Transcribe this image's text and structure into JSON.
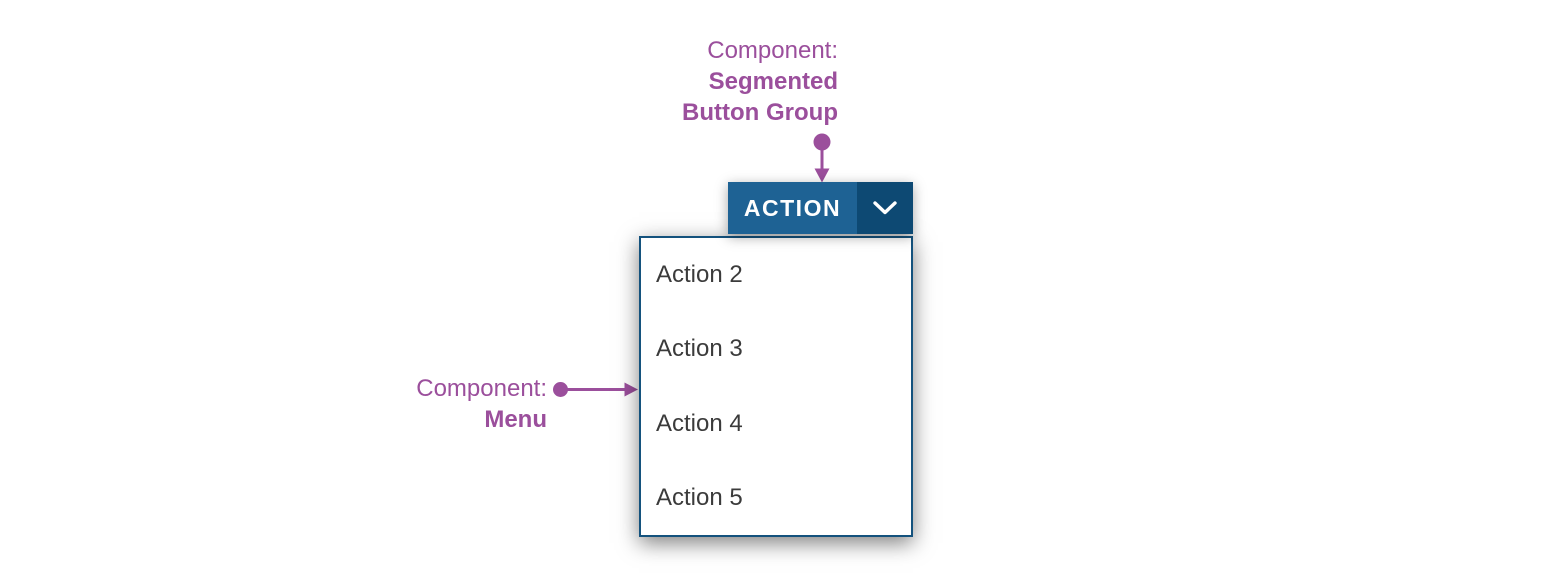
{
  "annotations": {
    "segmented_button_group": {
      "label_prefix": "Component:",
      "label_line2": "Segmented",
      "label_line3": "Button Group"
    },
    "menu": {
      "label_prefix": "Component:",
      "label_name": "Menu"
    }
  },
  "segmented_button_group": {
    "action_label": "ACTION",
    "dropdown_icon": "chevron-down-icon"
  },
  "menu": {
    "items": [
      {
        "label": "Action 2"
      },
      {
        "label": "Action 3"
      },
      {
        "label": "Action 4"
      },
      {
        "label": "Action 5"
      }
    ]
  },
  "colors": {
    "button_primary_blue": "#1E6294",
    "button_dropdown_blue": "#0D4973",
    "menu_border_blue": "#14527D",
    "annotation_purple": "#9B4F9C",
    "menu_item_text": "#3B3B3B",
    "button_text": "#FFFFFF"
  }
}
